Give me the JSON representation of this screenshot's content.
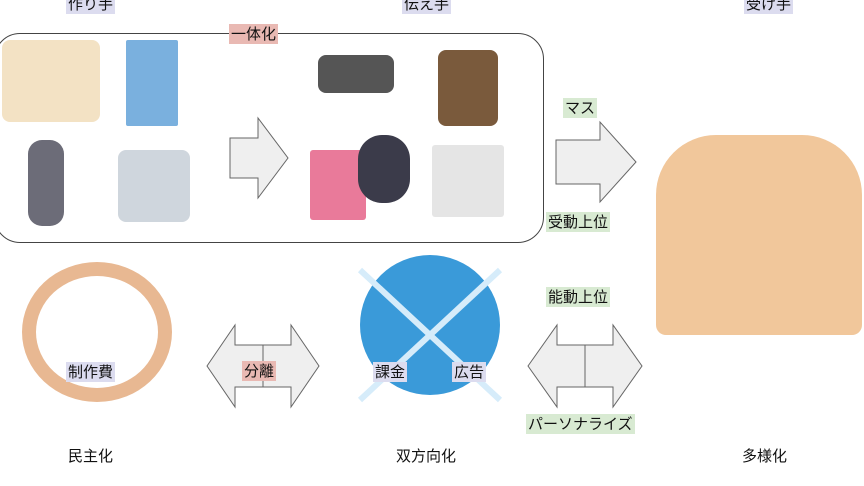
{
  "headers": {
    "makers": "作り手",
    "carriers": "伝え手",
    "receivers": "受け手"
  },
  "box_label": "一体化",
  "arrows": {
    "mass": "マス",
    "passive": "受動上位",
    "active": "能動上位",
    "personalize": "パーソナライズ",
    "separation": "分離"
  },
  "globe": {
    "billing": "課金",
    "ads": "広告"
  },
  "circle_label": "制作費",
  "footers": {
    "democratization": "民主化",
    "interactive": "双方向化",
    "diversification": "多様化"
  },
  "colors": {
    "lavender": "#dcdcef",
    "pink": "#e9b9b3",
    "green": "#d8ead2",
    "arrow_fill": "#efefef",
    "globe": "#3a9ad9"
  }
}
